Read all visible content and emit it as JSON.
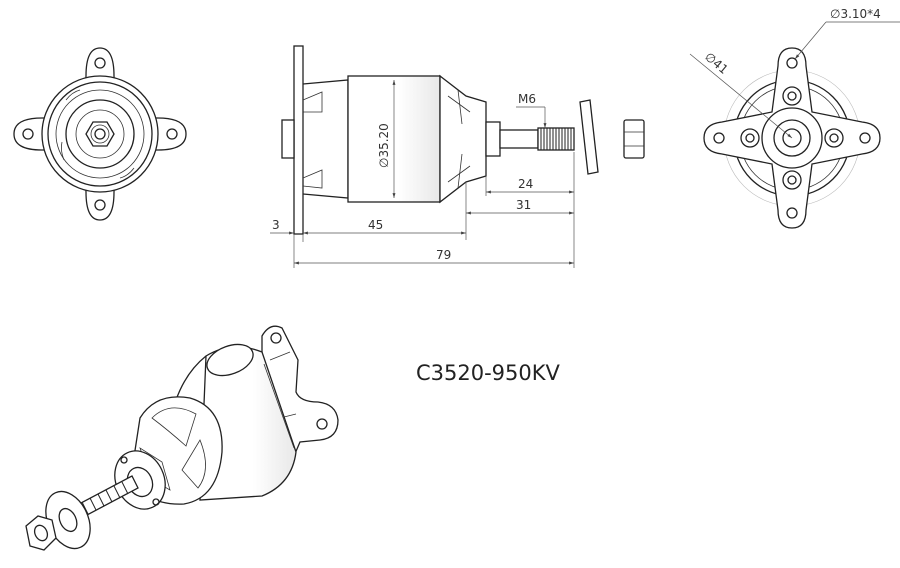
{
  "model_label": "C3520-950KV",
  "dimensions": {
    "body_diameter": "35.20",
    "shaft_thread": "M6",
    "shaft_length_24": "24",
    "shaft_length_31": "31",
    "mount_thickness": "3",
    "body_length": "45",
    "overall_length": "79",
    "bolt_circle_diameter": "41",
    "mount_holes": "3.10*4"
  },
  "symbols": {
    "diameter": "∅"
  },
  "colors": {
    "line": "#222222",
    "background": "#ffffff"
  }
}
